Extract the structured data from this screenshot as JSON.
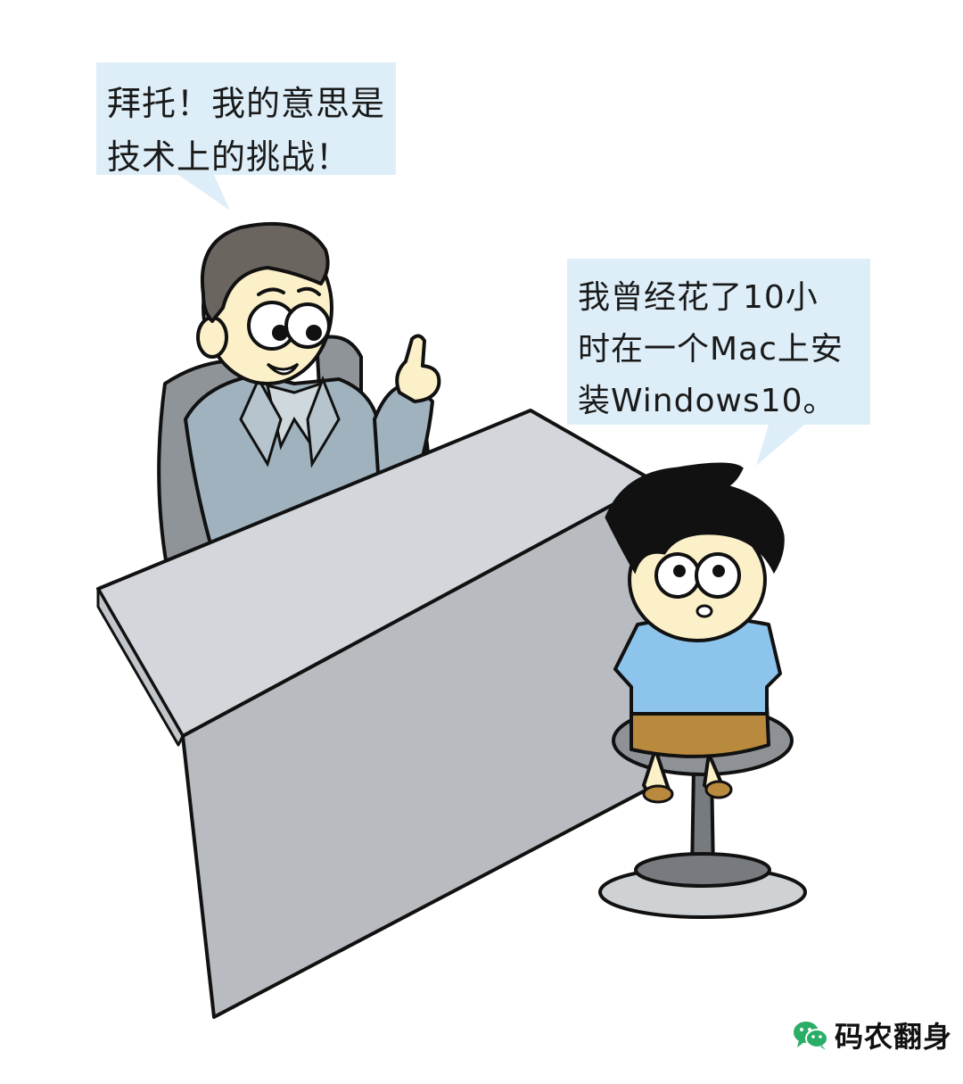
{
  "boss_bubble": {
    "lines": [
      "拜托！我的意思是",
      "技术上的挑战！"
    ]
  },
  "kid_bubble": {
    "lines": [
      "我曾经花了10小",
      "时在一个Mac上安",
      "装Windows10。"
    ]
  },
  "watermark": {
    "label": "码农翻身",
    "icon": "wechat-icon",
    "icon_color": "#2aae67"
  },
  "colors": {
    "bubble_fill": "#ddeef8",
    "desk_top": "#d3d6da",
    "desk_front": "#b8bbbf",
    "suit": "#9fb2bd",
    "kid_shirt": "#8cc4ec",
    "kid_shorts": "#b98a3e",
    "skin": "#fbf0c8"
  }
}
